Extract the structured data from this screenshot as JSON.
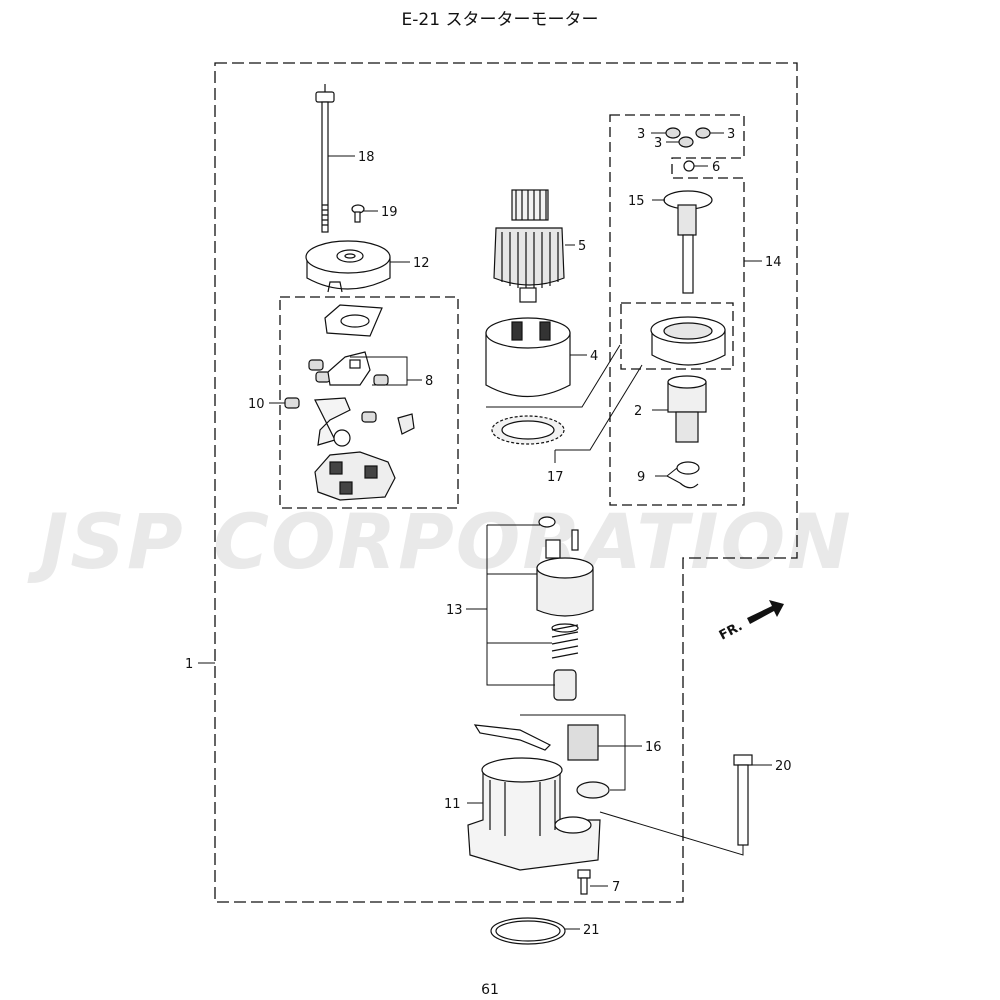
{
  "title": "E-21 スターターモーター",
  "page_number": "61",
  "watermark": "JSP CORPORATION",
  "direction_label": "FR.",
  "callouts": {
    "c1": "1",
    "c2": "2",
    "c3a": "3",
    "c3b": "3",
    "c3c": "3",
    "c4": "4",
    "c5": "5",
    "c6": "6",
    "c7": "7",
    "c8": "8",
    "c9": "9",
    "c10": "10",
    "c11": "11",
    "c12": "12",
    "c13": "13",
    "c14": "14",
    "c15": "15",
    "c16": "16",
    "c17": "17",
    "c18": "18",
    "c19": "19",
    "c20": "20",
    "c21": "21"
  }
}
